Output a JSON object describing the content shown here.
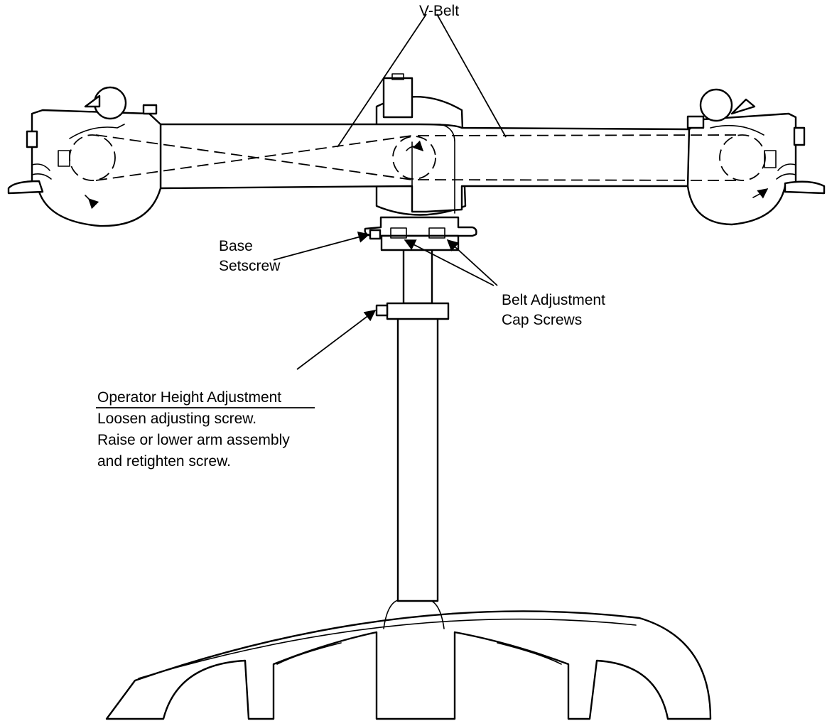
{
  "diagram": {
    "labels": {
      "v_belt": "V-Belt",
      "base_setscrew_line1": "Base",
      "base_setscrew_line2": "Setscrew",
      "belt_adjustment_line1": "Belt Adjustment",
      "belt_adjustment_line2": "Cap Screws",
      "height_title": "Operator Height Adjustment",
      "height_line1": "Loosen adjusting screw.",
      "height_line2": "Raise or lower arm assembly",
      "height_line3": "and retighten screw."
    }
  }
}
